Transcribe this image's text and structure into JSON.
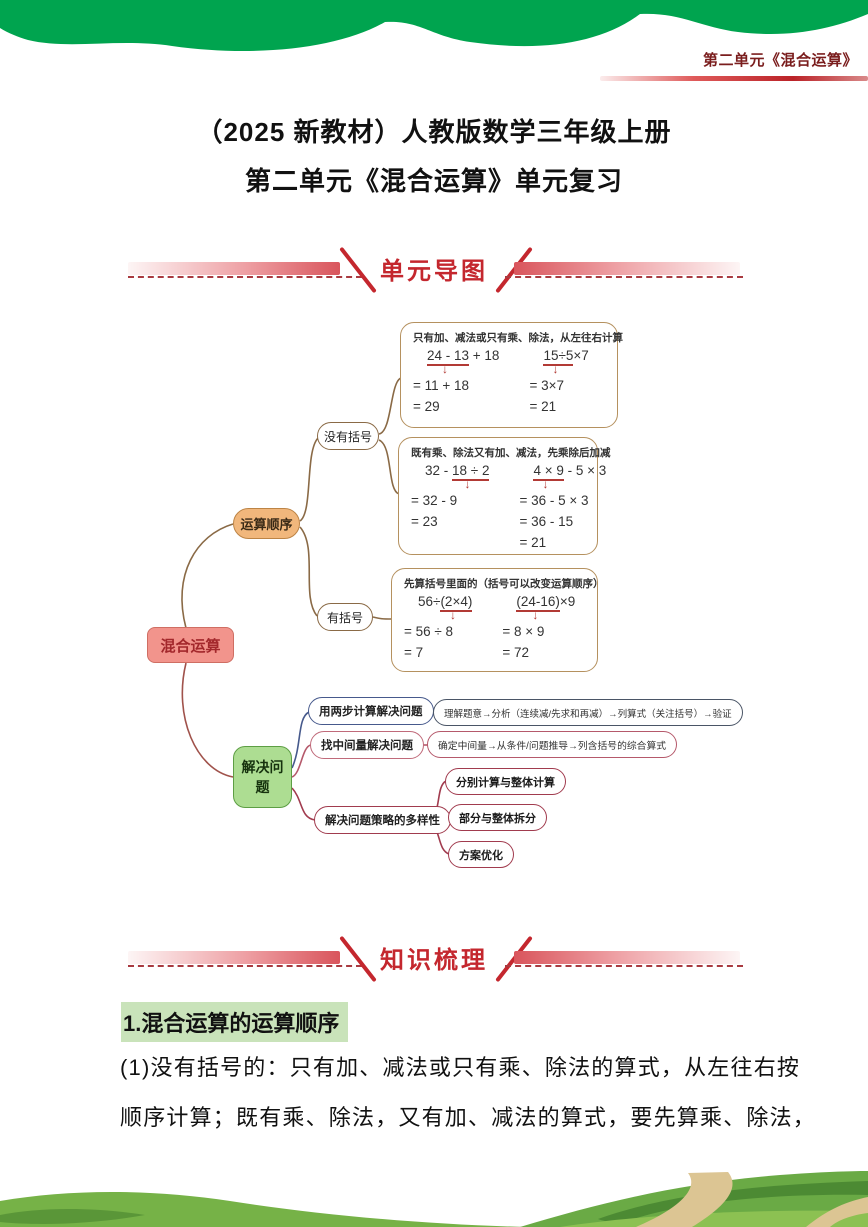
{
  "header": {
    "unit_label": "第二单元《混合运算》"
  },
  "title": {
    "line1": "（2025 新教材）人教版数学三年级上册",
    "line2": "第二单元《混合运算》单元复习"
  },
  "banners": {
    "unit_map": "单元导图",
    "knowledge": "知识梳理"
  },
  "mindmap": {
    "root": "混合运算",
    "order": {
      "label": "运算顺序",
      "no_brackets": "没有括号",
      "with_brackets": "有括号"
    },
    "boxes": [
      {
        "title": "只有加、减法或只有乘、除法，从左往右计算",
        "columns": [
          {
            "pre": "",
            "mark": "24 - 13",
            "post": " + 18",
            "steps": [
              "=  11 + 18",
              "=  29"
            ]
          },
          {
            "pre": "",
            "mark": "15÷5",
            "post": "×7",
            "steps": [
              "=  3×7",
              "=  21"
            ]
          }
        ]
      },
      {
        "title": "既有乘、除法又有加、减法，先乘除后加减",
        "columns": [
          {
            "pre": "32 - ",
            "mark": "18 ÷ 2",
            "post": "",
            "steps": [
              "= 32 - 9",
              "= 23"
            ]
          },
          {
            "pre": "",
            "mark": "4 × 9",
            "post": " - 5 × 3",
            "steps": [
              "= 36 - 5 × 3",
              "= 36 - 15",
              "= 21"
            ]
          }
        ]
      },
      {
        "title": "先算括号里面的（括号可以改变运算顺序）",
        "columns": [
          {
            "pre": "56÷",
            "mark": "(2×4)",
            "post": "",
            "steps": [
              "= 56 ÷ 8",
              "= 7"
            ]
          },
          {
            "pre": "",
            "mark": "(24-16)",
            "post": "×9",
            "steps": [
              "= 8 × 9",
              "= 72"
            ]
          }
        ]
      }
    ],
    "solve": {
      "label": "解决问题",
      "row1": {
        "label": "用两步计算解决问题",
        "detail": "理解题意→分析（连续减/先求和再减）→列算式（关注括号）→验证"
      },
      "row2": {
        "label": "找中间量解决问题",
        "detail": "确定中间量→从条件/问题推导→列含括号的综合算式"
      },
      "row3": {
        "label": "解决问题策略的多样性",
        "children": [
          "分别计算与整体计算",
          "部分与整体拆分",
          "方案优化"
        ]
      }
    }
  },
  "knowledge": {
    "heading": "1.混合运算的运算顺序",
    "line1": "(1)没有括号的：只有加、减法或只有乘、除法的算式，从左往右按",
    "line2": "顺序计算；既有乘、除法，又有加、减法的算式，要先算乘、除法，"
  },
  "colors": {
    "top_band_green": "#00a44f",
    "accent_red": "#c4272e",
    "root_fill": "#f2948c",
    "order_fill": "#f1b77c",
    "solve_fill": "#addd92",
    "box_border": "#b5915f",
    "branch_brown": "#8a6a46",
    "branch_navy": "#46598c",
    "branch_rose": "#b5596b",
    "branch_darkred": "#a13b4e",
    "heading_highlight": "#c9e3ba",
    "underline_red": "#b23a35"
  }
}
